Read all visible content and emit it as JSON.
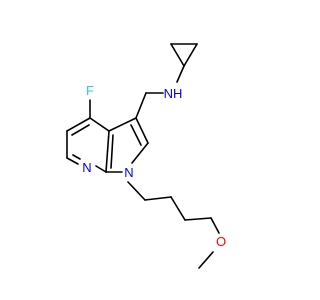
{
  "molecule": {
    "atoms": {
      "fluorine": {
        "symbol": "F",
        "color": "#33cccc"
      },
      "amine": {
        "symbol": "NH",
        "color": "#0000ff"
      },
      "pyridine_nitrogen": {
        "symbol": "N",
        "color": "#0000ff"
      },
      "pyrrole_nitrogen": {
        "symbol": "N",
        "color": "#0000ff"
      },
      "ether_oxygen": {
        "symbol": "O",
        "color": "#ff0000"
      }
    },
    "bond_color": "#000000",
    "background": "#ffffff"
  }
}
